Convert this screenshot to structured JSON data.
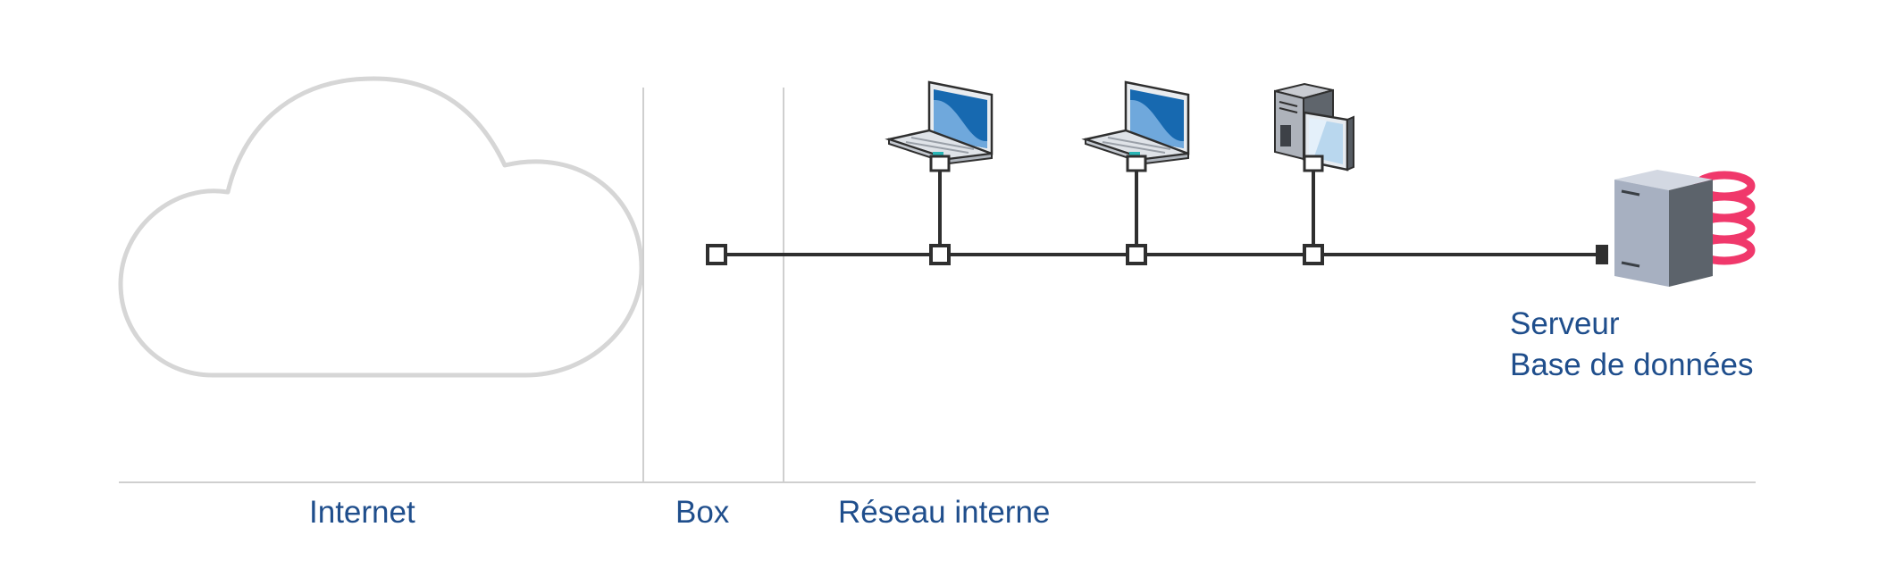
{
  "zones": {
    "internet": "Internet",
    "box": "Box",
    "internal_network": "Réseau interne"
  },
  "server": {
    "line1": "Serveur",
    "line2": "Base de données"
  },
  "devices": [
    {
      "type": "laptop",
      "icon": "laptop-icon"
    },
    {
      "type": "laptop",
      "icon": "laptop-icon"
    },
    {
      "type": "desktop",
      "icon": "desktop-computer-icon"
    },
    {
      "type": "server",
      "icon": "database-server-icon"
    }
  ],
  "colors": {
    "label": "#1f4e8c",
    "cloud": "#d6d6d6",
    "divider": "#cccccc",
    "network_line": "#2f2f2f",
    "database": "#f0386b",
    "screen": "#1769b0"
  }
}
